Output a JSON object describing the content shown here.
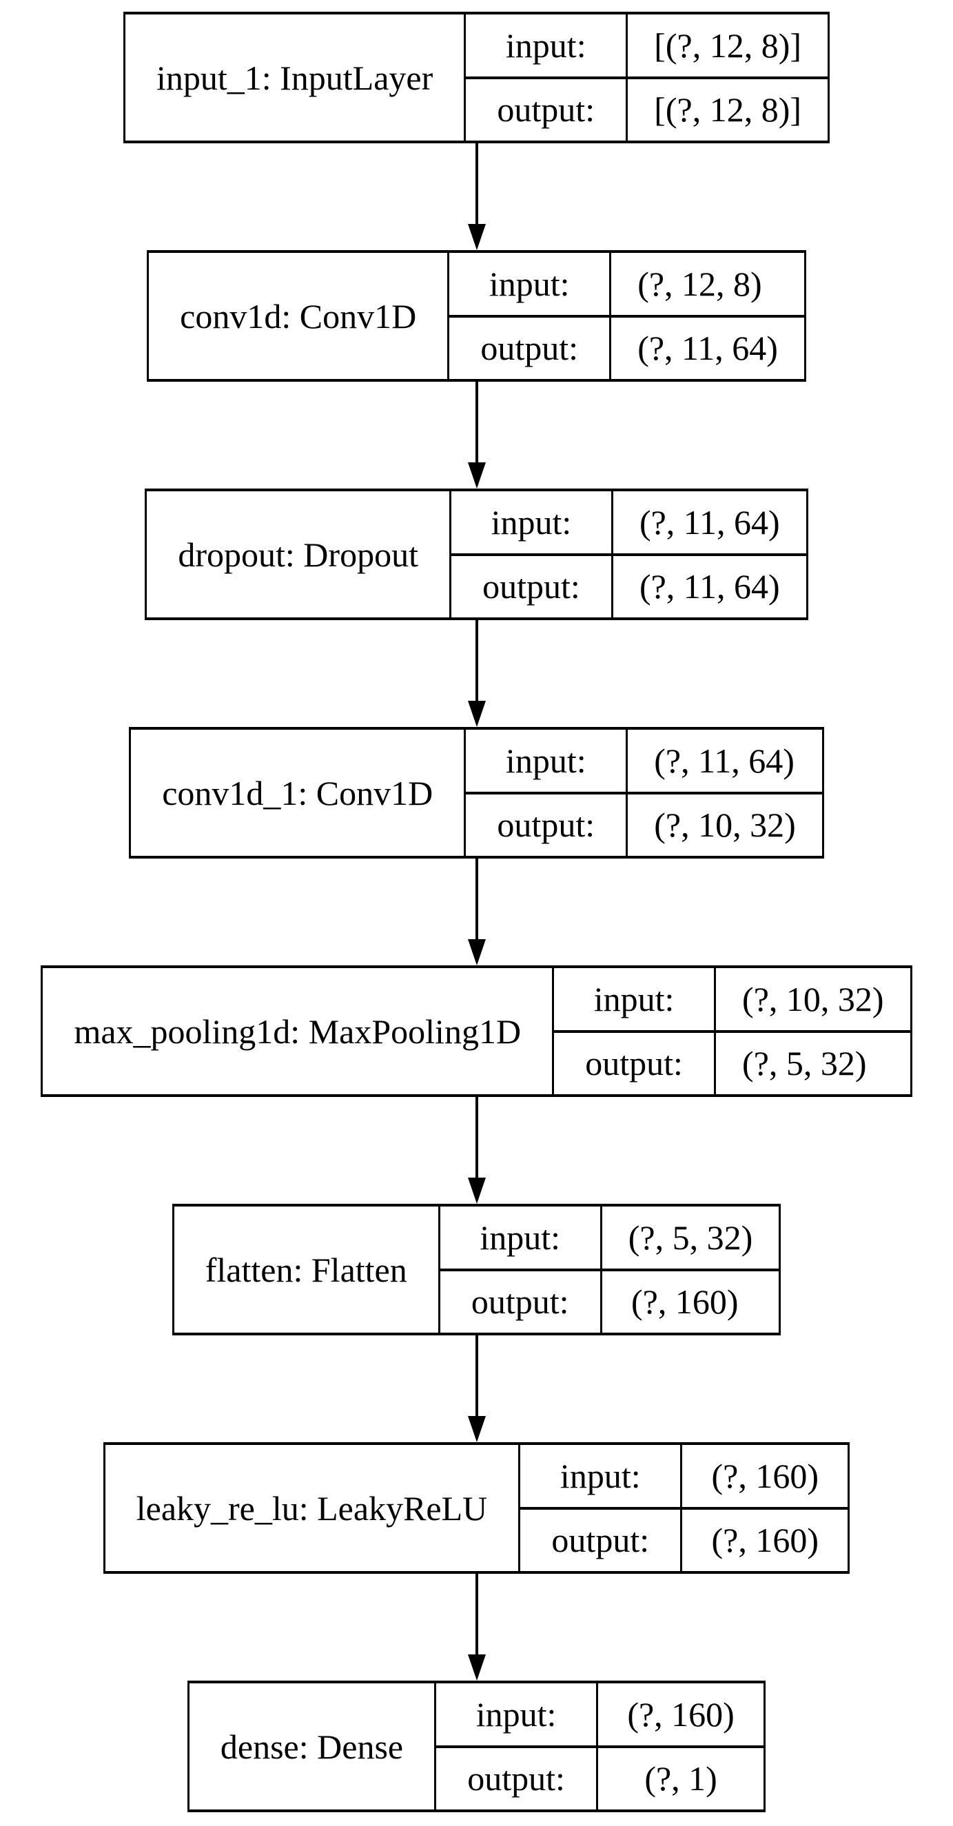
{
  "colors": {
    "background": "#ffffff",
    "line": "#000000",
    "text": "#000000"
  },
  "diagram": {
    "type": "keras-model-plot",
    "layers": [
      {
        "name": "input_1: InputLayer",
        "input_label": "input:",
        "input_shape": "[(?, 12, 8)]",
        "output_label": "output:",
        "output_shape": "[(?, 12, 8)]"
      },
      {
        "name": "conv1d: Conv1D",
        "input_label": "input:",
        "input_shape": "(?, 12, 8)",
        "output_label": "output:",
        "output_shape": "(?, 11, 64)"
      },
      {
        "name": "dropout: Dropout",
        "input_label": "input:",
        "input_shape": "(?, 11, 64)",
        "output_label": "output:",
        "output_shape": "(?, 11, 64)"
      },
      {
        "name": "conv1d_1: Conv1D",
        "input_label": "input:",
        "input_shape": "(?, 11, 64)",
        "output_label": "output:",
        "output_shape": "(?, 10, 32)"
      },
      {
        "name": "max_pooling1d: MaxPooling1D",
        "input_label": "input:",
        "input_shape": "(?, 10, 32)",
        "output_label": "output:",
        "output_shape": "(?, 5, 32)"
      },
      {
        "name": "flatten: Flatten",
        "input_label": "input:",
        "input_shape": "(?, 5, 32)",
        "output_label": "output:",
        "output_shape": "(?, 160)"
      },
      {
        "name": "leaky_re_lu: LeakyReLU",
        "input_label": "input:",
        "input_shape": "(?, 160)",
        "output_label": "output:",
        "output_shape": "(?, 160)"
      },
      {
        "name": "dense: Dense",
        "input_label": "input:",
        "input_shape": "(?, 160)",
        "output_label": "output:",
        "output_shape": "(?, 1)"
      }
    ]
  }
}
